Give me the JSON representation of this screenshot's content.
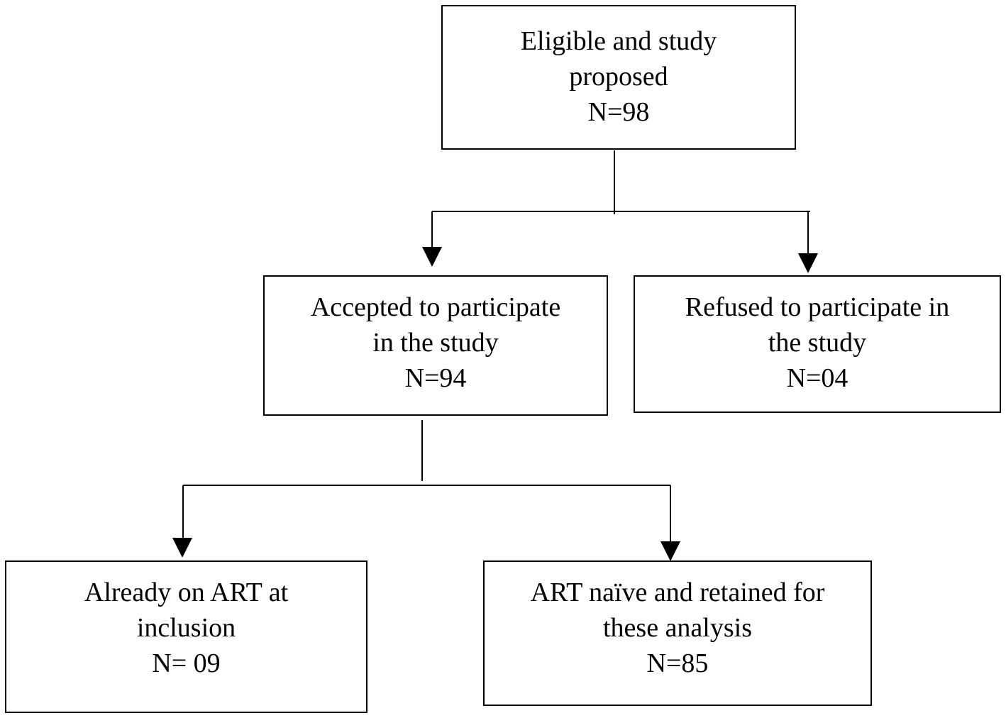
{
  "flowchart": {
    "nodes": {
      "eligible": {
        "line1": "Eligible and study",
        "line2": "proposed",
        "count": "N=98"
      },
      "accepted": {
        "line1": "Accepted to participate",
        "line2": "in the study",
        "count": "N=94"
      },
      "refused": {
        "line1": "Refused to participate in",
        "line2": "the study",
        "count": "N=04"
      },
      "already": {
        "line1": "Already on ART at",
        "line2": "inclusion",
        "count": "N= 09"
      },
      "naive": {
        "line1": "ART naïve and retained for",
        "line2": "these analysis",
        "count": "N=85"
      }
    },
    "edges": [
      {
        "from": "eligible",
        "to": "accepted"
      },
      {
        "from": "eligible",
        "to": "refused"
      },
      {
        "from": "accepted",
        "to": "already"
      },
      {
        "from": "accepted",
        "to": "naive"
      }
    ],
    "colors": {
      "line": "#000000",
      "box_border": "#000000",
      "background": "#ffffff"
    }
  }
}
